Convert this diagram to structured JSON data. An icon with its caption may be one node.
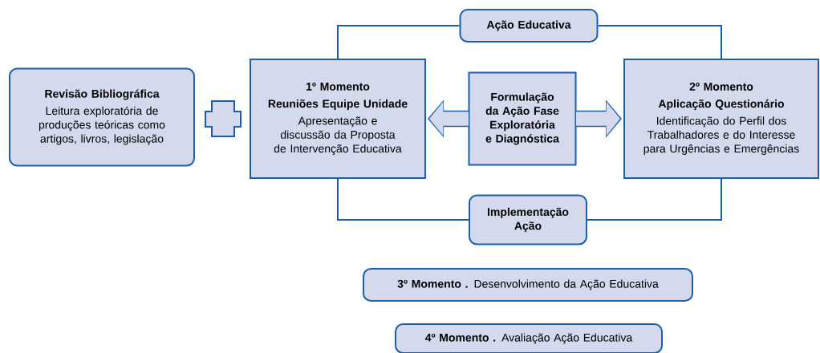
{
  "diagram": {
    "nodes": [
      {
        "text": [
          "Revisão Bibliográfica",
          "Leitura exploratória de produções teóricas como artigos, livros, legislação"
        ]
      },
      {
        "text": [
          "1º Momento",
          "Reuniões Equipe Unidade",
          "Apresentação e discussão da Proposta de Intervenção Educativa"
        ]
      },
      {
        "text": [
          "Formulação da Ação Fase Exploratória e Diagnóstica"
        ]
      },
      {
        "text": [
          "2º Momento",
          "Aplicação Questionário",
          "Identificação do Perfil dos Trabalhadores e do Interesse para Urgências e Emergências"
        ]
      },
      {
        "text": [
          "Ação Educativa"
        ]
      },
      {
        "text": [
          "Implementação Ação"
        ]
      },
      {
        "text": [
          "**3º Momento .** Desenvolvimento da Ação Educativa"
        ]
      },
      {
        "text": [
          "**4º Momento .** Avaliação Ação Educativa"
        ]
      }
    ],
    "edges": [
      {
        "from": 1,
        "to": 4,
        "arrow": "none"
      },
      {
        "from": 4,
        "to": 3,
        "arrow": "none"
      },
      {
        "from": 1,
        "to": 5,
        "arrow": "none"
      },
      {
        "from": 5,
        "to": 3,
        "arrow": "none"
      },
      {
        "from": 2,
        "to": 1,
        "arrow": "to",
        "style": "thick",
        "color": "#d5d9ee"
      },
      {
        "from": 2,
        "to": 3,
        "arrow": "to",
        "style": "thick",
        "color": "#d5d9ee"
      }
    ]
  }
}
